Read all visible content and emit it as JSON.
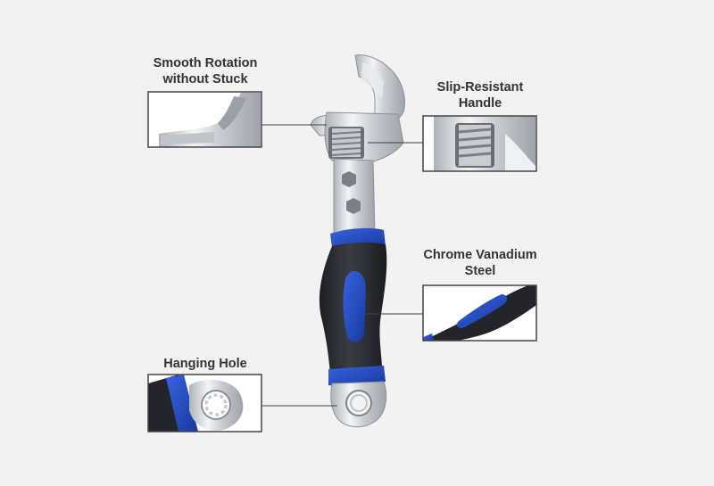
{
  "callouts": {
    "rotation": {
      "line1": "Smooth Rotation",
      "line2": "without Stuck"
    },
    "handle": {
      "line1": "Slip-Resistant",
      "line2": "Handle"
    },
    "steel": {
      "line1": "Chrome Vanadium",
      "line2": "Steel"
    },
    "hole": {
      "line1": "Hanging Hole"
    }
  },
  "colors": {
    "background": "#f2f2f2",
    "grip_blue": "#1f49c8",
    "grip_black": "#2b2d31",
    "chrome": "#d9dce0",
    "label_text": "#333333",
    "box_border": "#444444"
  },
  "icons": [
    "adjustable-wrench-icon"
  ]
}
